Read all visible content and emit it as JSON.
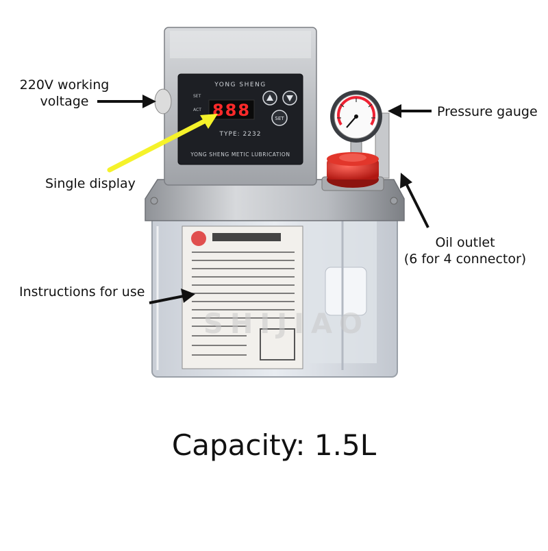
{
  "labels": {
    "voltage_line1": "220V working",
    "voltage_line2": "voltage",
    "single_display": "Single display",
    "instructions": "Instructions for use",
    "pressure_gauge": "Pressure gauge",
    "oil_outlet_line1": "Oil outlet",
    "oil_outlet_line2": "(6 for 4 connector)"
  },
  "device": {
    "brand": "YONG SHENG",
    "type": "TYPE: 2232",
    "footer": "YONG SHENG METIC LUBRICATION",
    "display_value": "888",
    "set_button": "SET",
    "key_set": "SET",
    "key_act": "ACT"
  },
  "capacity": "Capacity: 1.5L",
  "watermark": "SHIJIAO",
  "colors": {
    "arrow_black": "#111111",
    "arrow_yellow": "#f5f22a",
    "cap_red": "#d8261e",
    "display_red": "#ff2a2a"
  }
}
